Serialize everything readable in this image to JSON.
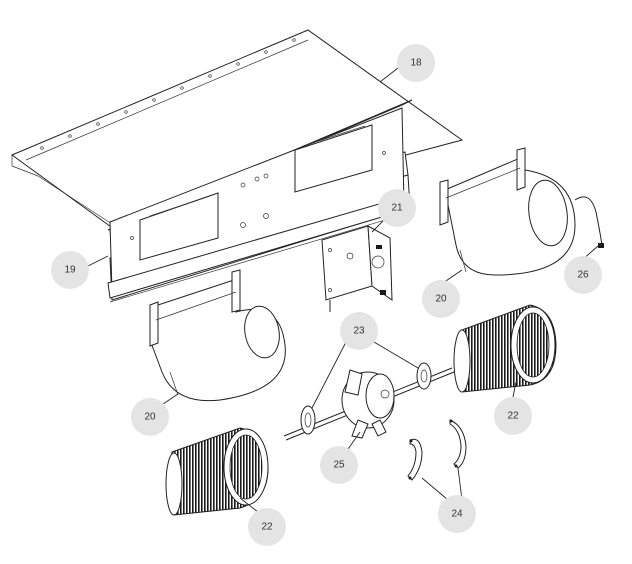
{
  "callouts": {
    "c18": "18",
    "c19": "19",
    "c20a": "20",
    "c20b": "20",
    "c21": "21",
    "c22a": "22",
    "c22b": "22",
    "c23": "23",
    "c24": "24",
    "c25": "25",
    "c26": "26"
  },
  "colors": {
    "callout_fill": "#e4e4e4",
    "line": "#222222"
  }
}
